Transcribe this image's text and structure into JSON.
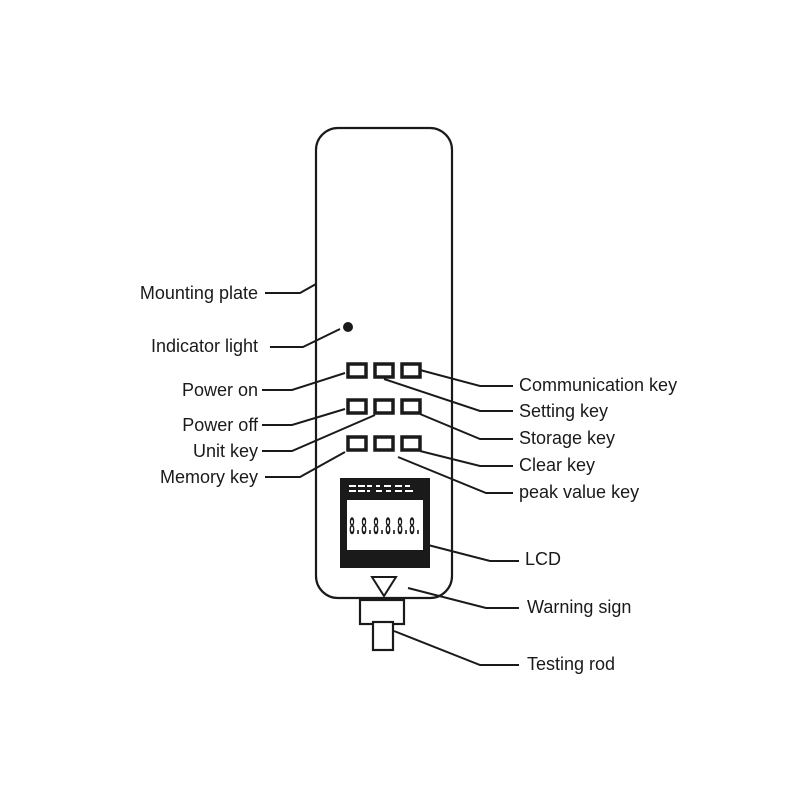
{
  "labels": {
    "mounting_plate": "Mounting plate",
    "indicator_light": "Indicator light",
    "power_on": "Power on",
    "power_off": "Power off",
    "unit_key": "Unit key",
    "memory_key": "Memory key",
    "communication_key": "Communication key",
    "setting_key": "Setting key",
    "storage_key": "Storage key",
    "clear_key": "Clear key",
    "peak_value_key": "peak value key",
    "lcd": "LCD",
    "warning_sign": "Warning sign",
    "testing_rod": "Testing rod"
  },
  "lcd_display": {
    "digits": "8.8.8.8.8.8."
  }
}
